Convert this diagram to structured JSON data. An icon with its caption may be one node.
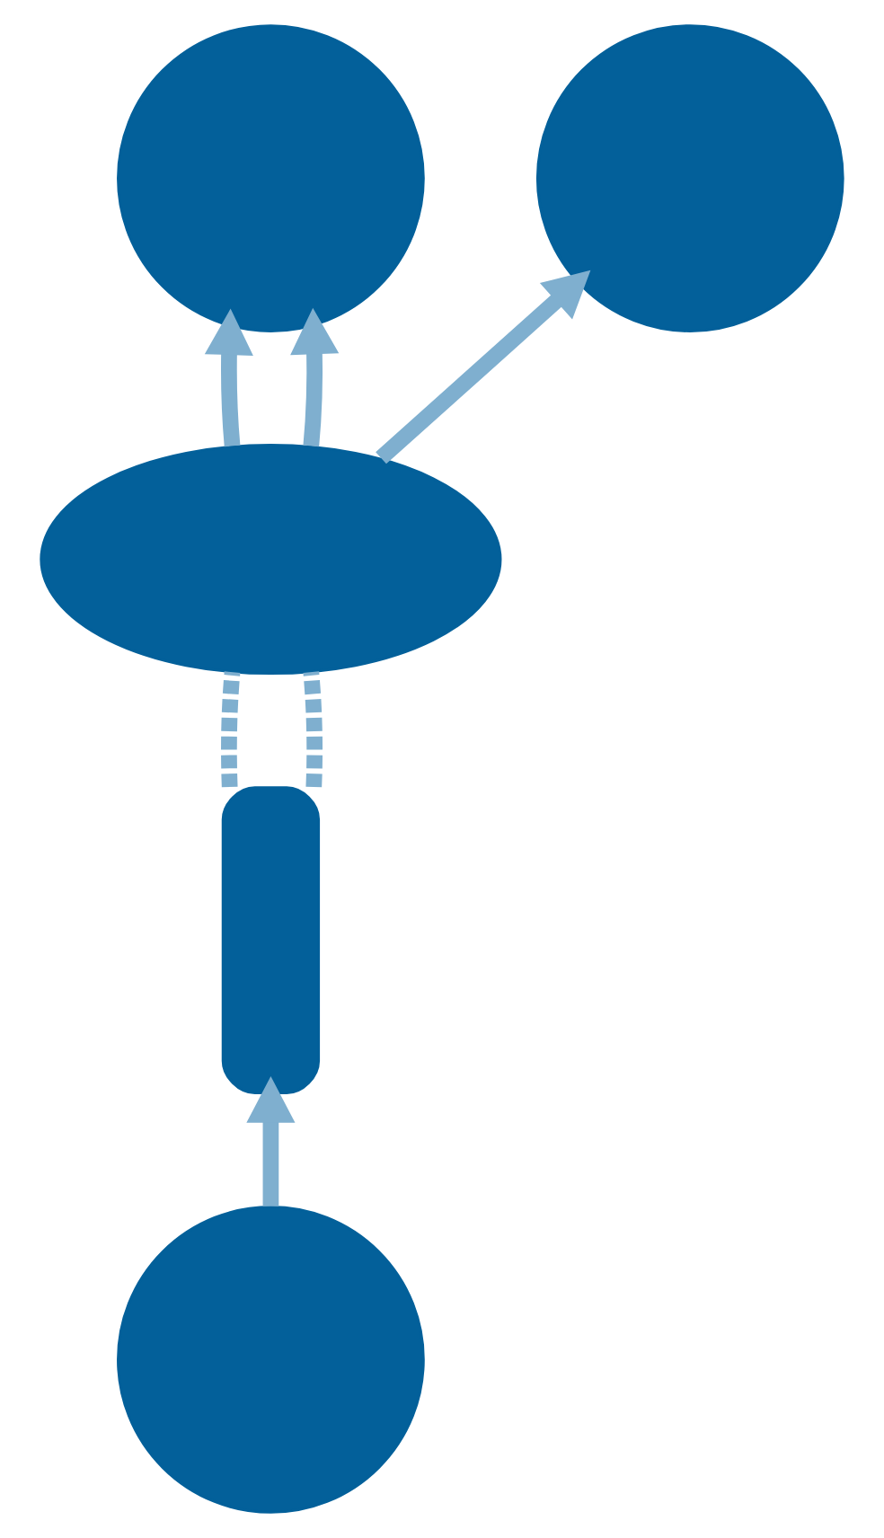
{
  "diagram": {
    "nodes": [
      {
        "text": [],
        "shape": "circle"
      },
      {
        "text": [],
        "shape": "circle"
      },
      {
        "text": [],
        "shape": "cloud"
      },
      {
        "text": [],
        "shape": "box"
      },
      {
        "text": [],
        "shape": "circle"
      }
    ],
    "edges": [
      {
        "from": 2,
        "to": 0,
        "arrow": "to",
        "color": "#7fafcf"
      },
      {
        "from": 2,
        "to": 0,
        "arrow": "to",
        "color": "#7fafcf"
      },
      {
        "from": 2,
        "to": 1,
        "arrow": "to",
        "color": "#7fafcf"
      },
      {
        "from": 3,
        "to": 2,
        "arrow": "none",
        "style": "dashed",
        "color": "#7fafcf"
      },
      {
        "from": 3,
        "to": 2,
        "arrow": "none",
        "style": "dashed",
        "color": "#7fafcf"
      },
      {
        "from": 4,
        "to": 3,
        "arrow": "to",
        "color": "#7fafcf"
      }
    ]
  }
}
